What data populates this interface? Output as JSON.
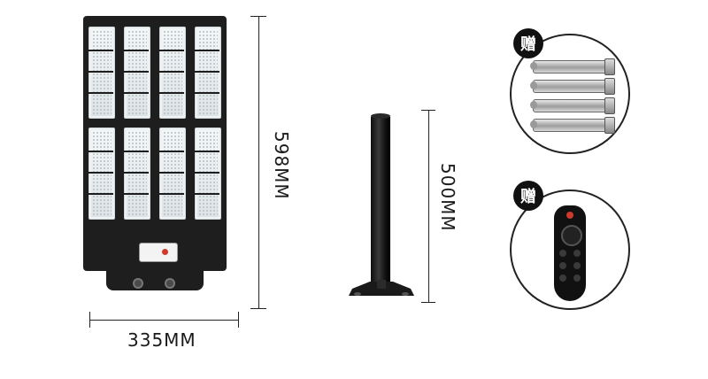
{
  "labels": {
    "height_dim": "598MM",
    "width_dim": "335MM",
    "pole_dim": "500MM"
  },
  "gift_badges": [
    "赠",
    "赠"
  ],
  "icons": [
    "solar-street-light-icon",
    "pole-icon",
    "expansion-bolts-icon",
    "remote-control-icon"
  ],
  "colors": {
    "dark": "#1e1e1e",
    "panel": "#e4e9eb",
    "sensor_light": "#d03a2c"
  }
}
